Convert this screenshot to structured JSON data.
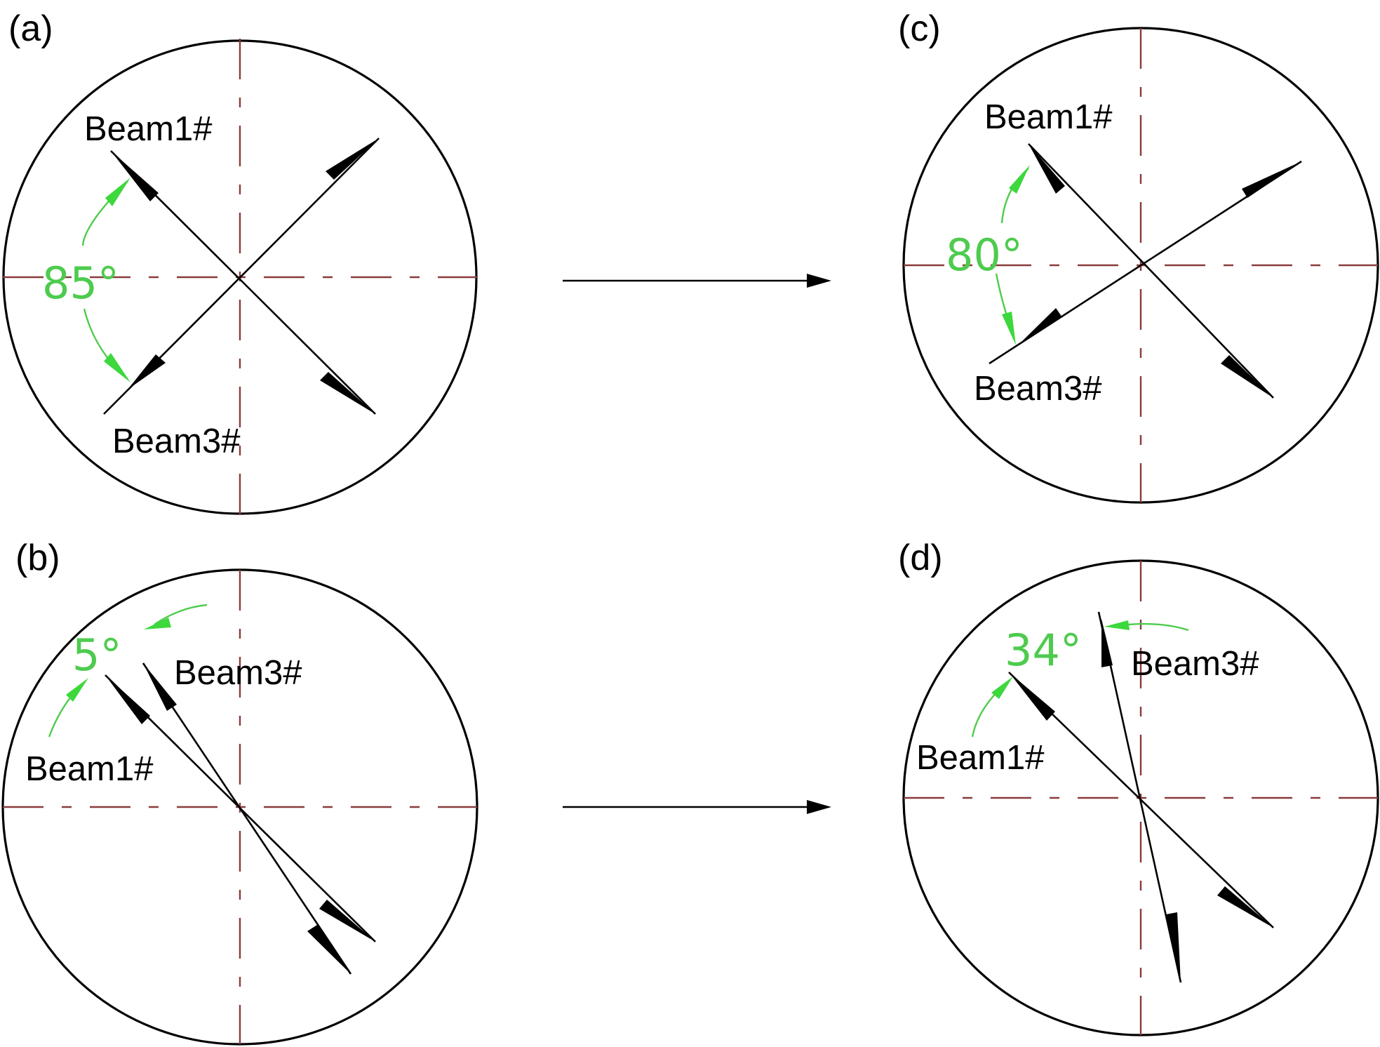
{
  "panels": {
    "a": {
      "label": "(a)",
      "beam1": "Beam1#",
      "beam3": "Beam3#",
      "angle": "85°"
    },
    "b": {
      "label": "(b)",
      "beam1": "Beam1#",
      "beam3": "Beam3#",
      "angle": "5°"
    },
    "c": {
      "label": "(c)",
      "beam1": "Beam1#",
      "beam3": "Beam3#",
      "angle": "80°"
    },
    "d": {
      "label": "(d)",
      "beam1": "Beam1#",
      "beam3": "Beam3#",
      "angle": "34°"
    }
  },
  "colors": {
    "axis": "#8a3b3b",
    "angle_annotation": "#4ecb4e",
    "beam": "#000000"
  }
}
